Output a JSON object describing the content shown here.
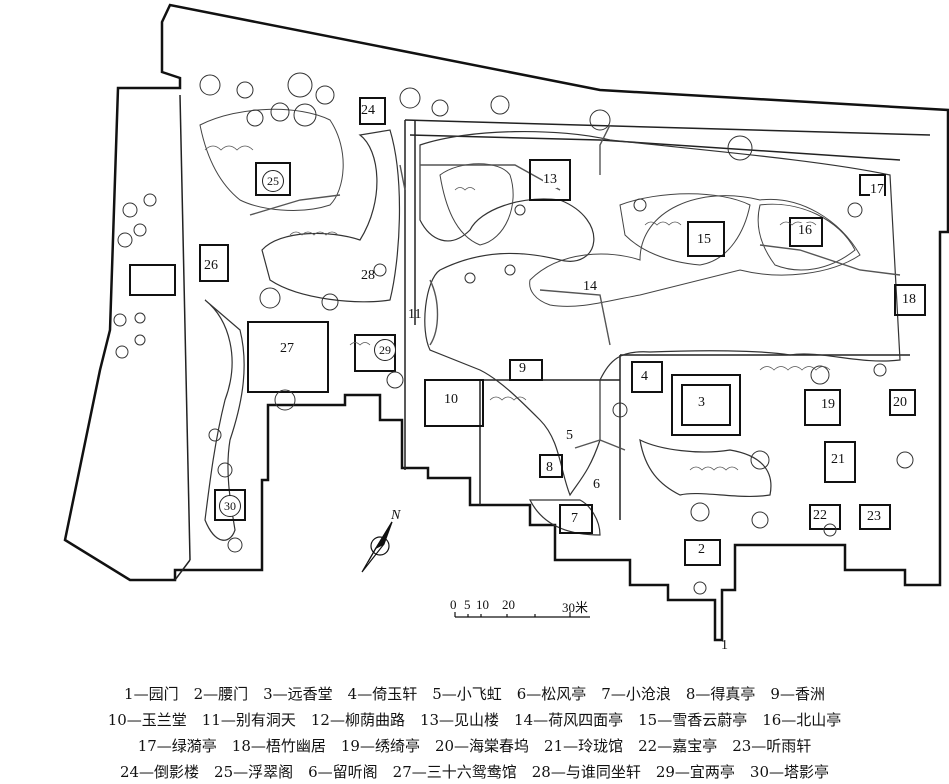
{
  "map": {
    "numbers": {
      "n1": "1",
      "n2": "2",
      "n3": "3",
      "n4": "4",
      "n5": "5",
      "n6": "6",
      "n7": "7",
      "n8": "8",
      "n9": "9",
      "n10": "10",
      "n11": "11",
      "n13": "13",
      "n14": "14",
      "n15": "15",
      "n16": "16",
      "n17": "17",
      "n18": "18",
      "n19": "19",
      "n20": "20",
      "n21": "21",
      "n22": "22",
      "n23": "23",
      "n24": "24",
      "n25": "25",
      "n26": "26",
      "n27": "27",
      "n28": "28",
      "n29": "29",
      "n30": "30"
    },
    "north_label": "N",
    "scale": {
      "ticks": [
        "0",
        "5",
        "10",
        "20",
        "30米"
      ]
    }
  },
  "legend": {
    "line1": "1—园门　2—腰门　3—远香堂　4—倚玉轩　5—小飞虹　6—松风亭　7—小沧浪　8—得真亭　9—香洲",
    "line2": "10—玉兰堂　11—别有洞天　12—柳荫曲路　13—见山楼　14—荷风四面亭　15—雪香云蔚亭　16—北山亭",
    "line3": "17—绿漪亭　18—梧竹幽居　19—绣绮亭　20—海棠春坞　21—玲珑馆　22—嘉宝亭　23—听雨轩",
    "line4": "24—倒影楼　25—浮翠阁　6—留听阁　27—三十六鸳鸯馆　28—与谁同坐轩　29—宜两亭　30—塔影亭"
  }
}
